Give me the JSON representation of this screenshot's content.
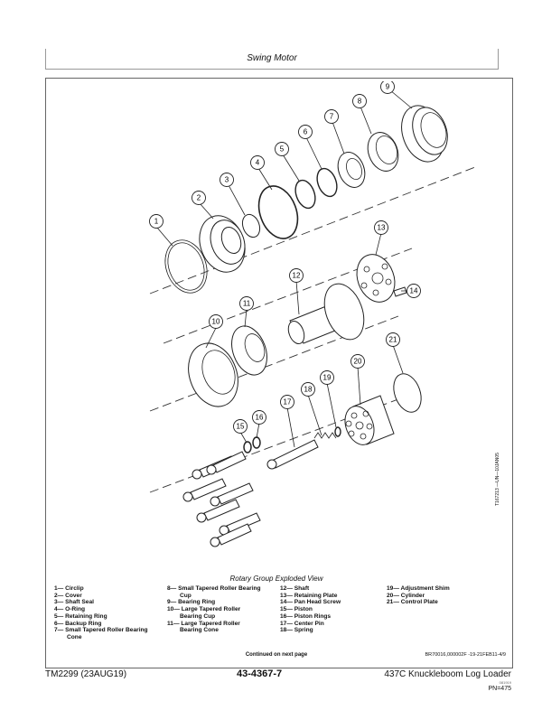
{
  "header": {
    "section_title": "Swing Motor"
  },
  "figure": {
    "caption": "Rotary Group Exploded View",
    "side_code": "T167213 —UN—10JAN05",
    "figure_id": "BR70016,000002F -19-21FEB11-4/9",
    "continued": "Continued on next page",
    "callouts": [
      "1",
      "2",
      "3",
      "4",
      "5",
      "6",
      "7",
      "8",
      "9",
      "10",
      "11",
      "12",
      "13",
      "14",
      "15",
      "16",
      "17",
      "18",
      "19",
      "20",
      "21"
    ]
  },
  "legend": {
    "col1": [
      "1— Circlip",
      "2— Cover",
      "3— Shaft Seal",
      "4— O-Ring",
      "5— Retaining Ring",
      "6— Backup Ring",
      "7— Small Tapered Roller Bearing",
      "Cone"
    ],
    "col2": [
      "8— Small Tapered Roller Bearing",
      "Cup",
      "9— Bearing Ring",
      "10— Large Tapered Roller",
      "Bearing Cup",
      "11— Large Tapered Roller",
      "Bearing Cone"
    ],
    "col3": [
      "12— Shaft",
      "13— Retaining Plate",
      "14— Pan Head Screw",
      "15— Piston",
      "16— Piston Rings",
      "17— Center Pin",
      "18— Spring"
    ],
    "col4": [
      "19— Adjustment Shim",
      "20— Cylinder",
      "21— Control Plate"
    ]
  },
  "footer": {
    "doc_id": "TM2299 (23AUG19)",
    "page_number": "43-4367-7",
    "title": "437C Knuckleboom Log Loader",
    "small_code": "081919",
    "pn": "PN=475"
  }
}
